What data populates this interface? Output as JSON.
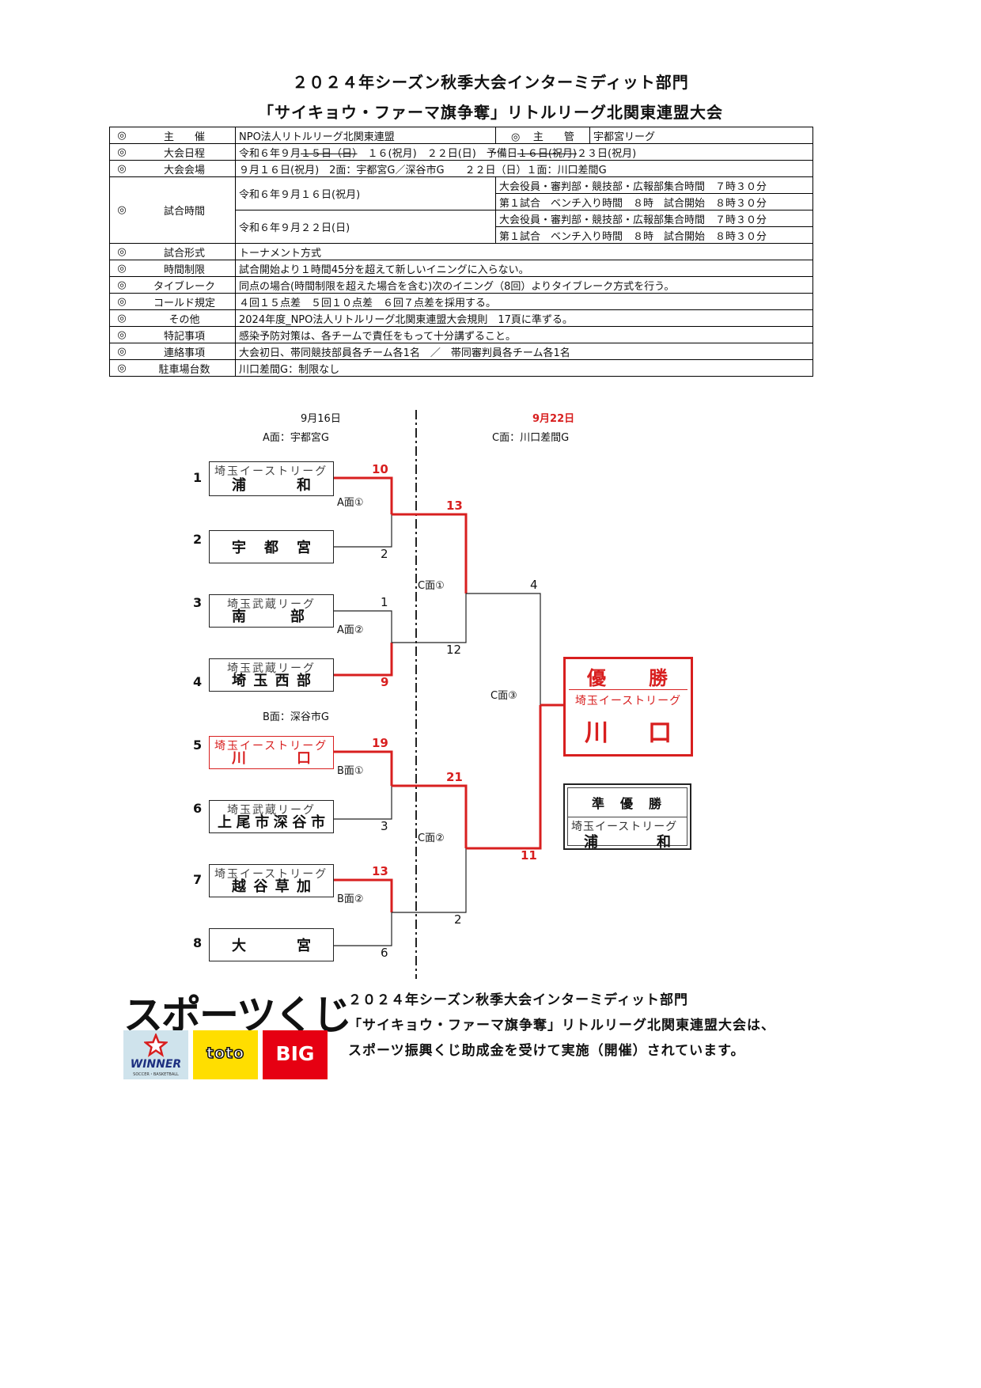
{
  "title": {
    "line1": "２０２４年シーズン秋季大会インターミディット部門",
    "line2": "「サイキョウ・ファーマ旗争奪」リトルリーグ北関東連盟大会"
  },
  "info": {
    "mark": "◎",
    "organizer_label": "主　　催",
    "organizer": "NPO法人リトルリーグ北関東連盟",
    "manager_label": "主　　管",
    "manager": "宇都宮リーグ",
    "dates_label": "大会日程",
    "dates_a": "令和６年９月",
    "dates_strike1": "１５日（日）",
    "dates_b": "１６(祝月)　２２日(日)　予備日",
    "dates_strike2": "１６日(祝月)",
    "dates_c": "２３日(祝月)",
    "venue_label": "大会会場",
    "venue": "９月１６日(祝月)　2面：宇都宮G／深谷市G　　２２日（日）１面：川口差間G",
    "time_label": "試合時間",
    "time_day1": "令和６年９月１６日(祝月)",
    "time_day1_l1": "大会役員・審判部・競技部・広報部集合時間　７時３０分",
    "time_day1_l2": "第１試合　ベンチ入り時間　８時　試合開始　８時３０分",
    "time_day2": "令和６年９月２２日(日)",
    "time_day2_l1": "大会役員・審判部・競技部・広報部集合時間　７時３０分",
    "time_day2_l2": "第１試合　ベンチ入り時間　８時　試合開始　８時３０分",
    "format_label": "試合形式",
    "format": "トーナメント方式",
    "limit_label": "時間制限",
    "limit": "試合開始より１時間45分を超えて新しいイニングに入らない。",
    "tiebreak_label": "タイブレーク",
    "tiebreak": "同点の場合(時間制限を超えた場合を含む)次のイニング（8回）よりタイブレーク方式を行う。",
    "called_label": "コールド規定",
    "called": "４回１５点差　５回１０点差　６回７点差を採用する。",
    "other_label": "その他",
    "other": "2024年度_NPO法人リトルリーグ北関東連盟大会規則　17頁に準ずる。",
    "special_label": "特記事項",
    "special": "感染予防対策は、各チームで責任をもって十分講ずること。",
    "contact_label": "連絡事項",
    "contact": "大会初日、帯同競技部員各チーム各1名　／　帯同審判員各チーム各1名",
    "parking_label": "駐車場台数",
    "parking": "川口差間G：制限なし"
  },
  "bracket": {
    "date_left": "9月16日",
    "site_a": "A面：宇都宮G",
    "site_b": "B面：深谷市G",
    "date_right": "9月22日",
    "site_c": "C面：川口差間G",
    "seeds": [
      "1",
      "2",
      "3",
      "4",
      "5",
      "6",
      "7",
      "8"
    ],
    "teams": [
      {
        "league": "埼玉イーストリーグ",
        "name": [
          "浦",
          "和"
        ]
      },
      {
        "league": "",
        "name": [
          "宇",
          "都",
          "宮"
        ]
      },
      {
        "league": "埼玉武蔵リーグ",
        "name": [
          "南",
          "部"
        ]
      },
      {
        "league": "埼玉武蔵リーグ",
        "name": [
          "埼",
          "玉",
          "西",
          "部"
        ]
      },
      {
        "league": "埼玉イーストリーグ",
        "name": [
          "川",
          "口"
        ]
      },
      {
        "league": "埼玉武蔵リーグ",
        "name": [
          "上",
          "尾",
          "市",
          "深",
          "谷",
          "市"
        ]
      },
      {
        "league": "埼玉イーストリーグ",
        "name": [
          "越",
          "谷",
          "草",
          "加"
        ]
      },
      {
        "league": "",
        "name": [
          "大",
          "宮"
        ]
      }
    ],
    "courts": {
      "a1": "A面①",
      "a2": "A面②",
      "b1": "B面①",
      "b2": "B面②",
      "c1": "C面①",
      "c2": "C面②",
      "c3": "C面③"
    },
    "scores": {
      "g1_top": "10",
      "g1_bot": "2",
      "g2_top": "1",
      "g2_bot": "9",
      "g3_top": "19",
      "g3_bot": "3",
      "g4_top": "13",
      "g4_bot": "6",
      "g5_top": "13",
      "g5_bot": "12",
      "g6_top": "21",
      "g6_bot": "2",
      "final_top": "4",
      "final_bot": "11"
    },
    "champion": {
      "title": "優　　勝",
      "league": "埼玉イーストリーグ",
      "name": [
        "川",
        "口"
      ]
    },
    "runner_up": {
      "title": "準　優　勝",
      "league": "埼玉イーストリーグ",
      "name": [
        "浦",
        "和"
      ]
    }
  },
  "colors": {
    "winner_line": "#d81f1f",
    "line": "#222222"
  },
  "footer": {
    "logo_text": "スポーツくじ",
    "logo_winner": "WINNER",
    "logo_winner_sub": "SOCCER・BASKETBALL",
    "logo_toto": "toto",
    "logo_big": "BIG",
    "line1": "２０２４年シーズン秋季大会インターミディット部門",
    "line2": "「サイキョウ・ファーマ旗争奪」リトルリーグ北関東連盟大会は、",
    "line3": "スポーツ振興くじ助成金を受けて実施（開催）されています。"
  }
}
